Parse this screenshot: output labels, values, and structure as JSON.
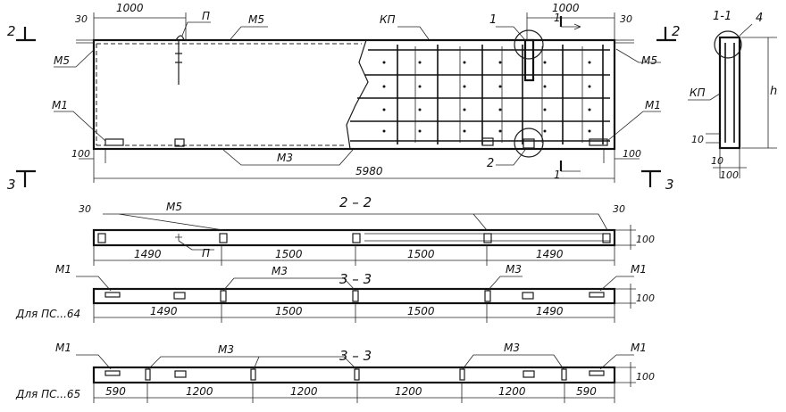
{
  "plan": {
    "dims_top_left": "1000",
    "dims_top_right": "1000",
    "dim_30_left": "30",
    "dim_30_right": "30",
    "label_p": "П",
    "label_m5_top": "М5",
    "label_kp": "КП",
    "label_m5_left": "М5",
    "label_m5_right": "М5",
    "label_m1_left": "М1",
    "label_m1_right": "М1",
    "label_m3": "М3",
    "dim_100_left": "100",
    "dim_100_right": "100",
    "overall_length": "5980",
    "callout_1": "1",
    "callout_2": "2",
    "section_1_mark": "1",
    "section_1_mark_bottom": "1",
    "section_2_left": "2",
    "section_2_right": "2",
    "section_3_left": "3",
    "section_3_right": "3"
  },
  "section_1_1": {
    "title": "1-1",
    "callout_4": "4",
    "label_kp": "КП",
    "dim_h": "h",
    "dim_10": "10",
    "dim_10b": "10",
    "dim_100": "100"
  },
  "section_2_2": {
    "title": "2 – 2",
    "dim_30_left": "30",
    "dim_30_right": "30",
    "label_m5": "М5",
    "label_p": "П",
    "dim_height": "100",
    "spans": [
      "1490",
      "1500",
      "1500",
      "1490"
    ]
  },
  "section_3_3_a": {
    "title": "3 – 3",
    "label_m1_left": "М1",
    "label_m1_right": "М1",
    "label_m3_left": "М3",
    "label_m3_right": "М3",
    "dim_height": "100",
    "caption": "Для ПС...64",
    "spans": [
      "1490",
      "1500",
      "1500",
      "1490"
    ]
  },
  "section_3_3_b": {
    "title": "3 – 3",
    "label_m1_left": "М1",
    "label_m1_right": "М1",
    "label_m3_left": "М3",
    "label_m3_right": "М3",
    "dim_height": "100",
    "caption": "Для ПС...65",
    "spans": [
      "590",
      "1200",
      "1200",
      "1200",
      "1200",
      "590"
    ]
  }
}
